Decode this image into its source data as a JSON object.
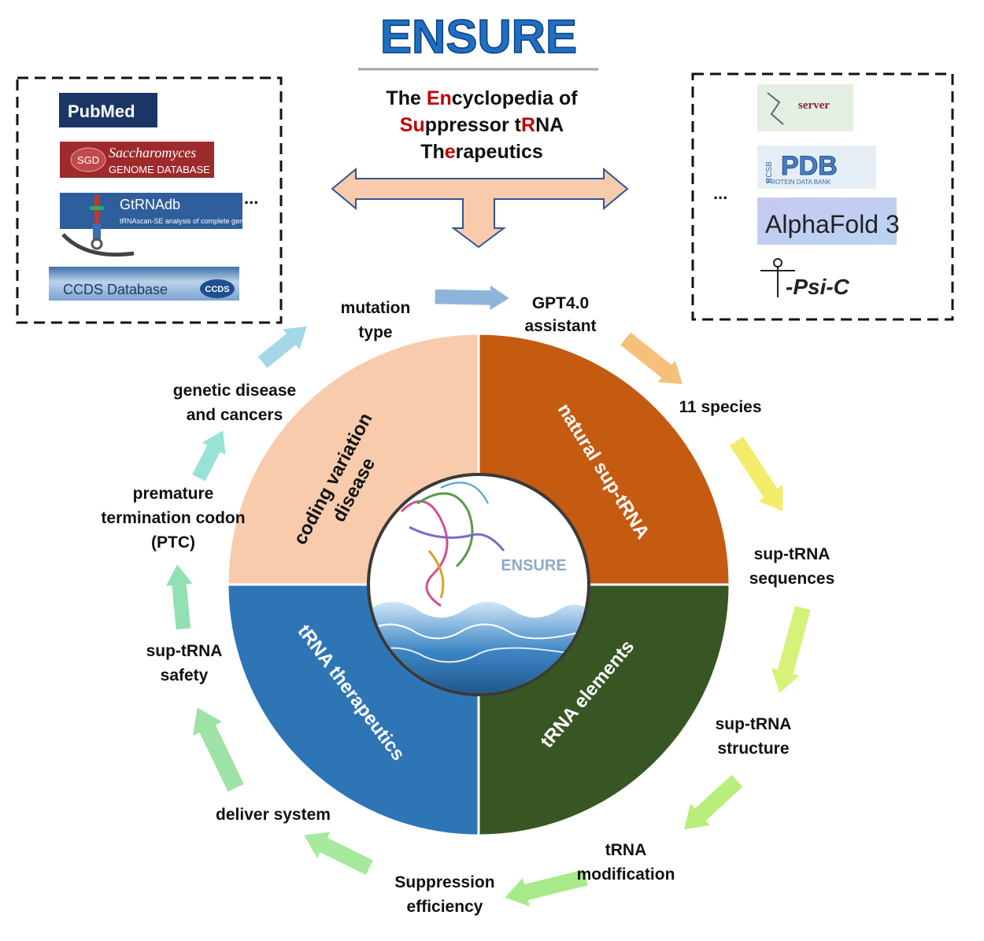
{
  "header": {
    "title": "ENSURE",
    "subtitle_lines": [
      [
        {
          "t": "The ",
          "hl": false
        },
        {
          "t": "En",
          "hl": true
        },
        {
          "t": "cycl",
          "hl": false
        },
        {
          "t": "o",
          "hl": false
        },
        {
          "t": "pedia of",
          "hl": false
        }
      ],
      [
        {
          "t": "Su",
          "hl": true
        },
        {
          "t": "ppressor t",
          "hl": false
        },
        {
          "t": "R",
          "hl": true
        },
        {
          "t": "NA",
          "hl": false
        }
      ],
      [
        {
          "t": "Th",
          "hl": false
        },
        {
          "t": "e",
          "hl": true
        },
        {
          "t": "rapeutics",
          "hl": false
        }
      ]
    ]
  },
  "colors": {
    "title_blue": "#1f6fc4",
    "highlight_red": "#c00000",
    "arrow_peach": "#f8cbad",
    "q_coding": "#f8cbad",
    "q_natural": "#c55a11",
    "q_therapeutics": "#2e75b6",
    "q_elements": "#375623"
  },
  "left_sources": {
    "items": [
      "PubMed",
      "Saccharomyces",
      "GENOME DATABASE",
      "SGD",
      "GtRNAdb",
      "tRNAscan-SE analysis of complete genomes",
      "CCDS Database",
      "CCDS"
    ],
    "ellipsis": "..."
  },
  "right_tools": {
    "items": [
      "server",
      "PDB",
      "PROTEIN DATA BANK",
      "RCSB",
      "AlphaFold 3",
      "-Psi-C"
    ],
    "ellipsis": "..."
  },
  "quadrants": {
    "coding": [
      "coding variation",
      "disease"
    ],
    "natural": [
      "natural sup-tRNA"
    ],
    "therapeutics": [
      "tRNA therapeutics"
    ],
    "elements": [
      "tRNA elements"
    ]
  },
  "center_label": "ENSURE",
  "cycle_labels": {
    "mutation_type": [
      "mutation",
      "type"
    ],
    "gpt": [
      "GPT4.0",
      "assistant"
    ],
    "species": [
      "11 species"
    ],
    "sequences": [
      "sup-tRNA",
      "sequences"
    ],
    "structure": [
      "sup-tRNA",
      "structure"
    ],
    "modification": [
      "tRNA",
      "modification"
    ],
    "efficiency": [
      "Suppression",
      "efficiency"
    ],
    "deliver": [
      "deliver system"
    ],
    "safety": [
      "sup-tRNA",
      "safety"
    ],
    "ptc": [
      "premature",
      "termination codon",
      "(PTC)"
    ],
    "genetic": [
      "genetic disease",
      "and cancers"
    ]
  }
}
